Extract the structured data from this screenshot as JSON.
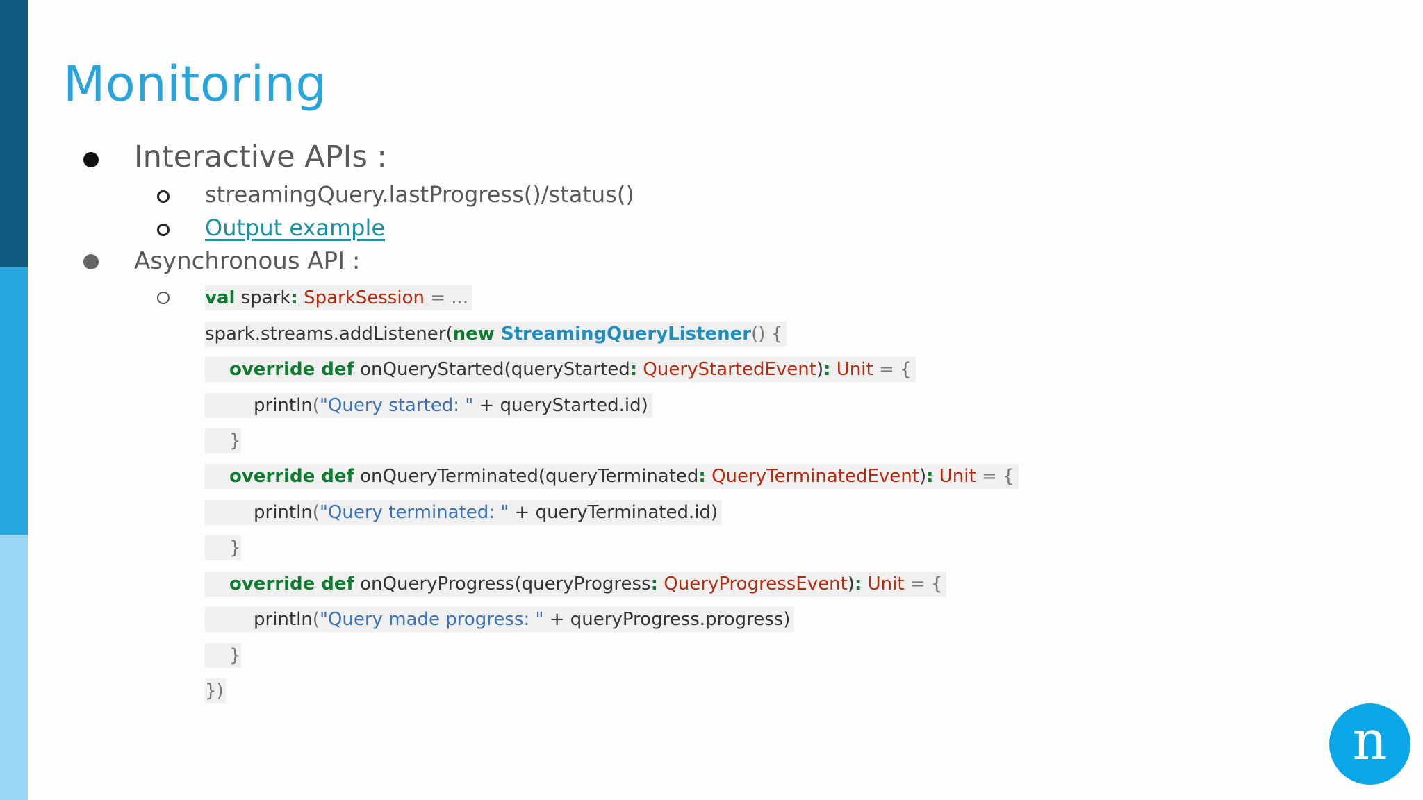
{
  "slide": {
    "title": "Monitoring",
    "colors": {
      "accent": "#2aa4dc",
      "bar_dark": "#0e5a7c",
      "bar_mid": "#28a6df",
      "bar_light": "#9bd6f5"
    }
  },
  "bullets": {
    "interactive_heading": "Interactive APIs :",
    "interactive_items": [
      "streamingQuery.lastProgress()/status()",
      "Output example"
    ],
    "async_heading": "Asynchronous  API :"
  },
  "code": {
    "l1": {
      "kw": "val",
      "a": " spark",
      "colon": ":",
      "type": " SparkSession",
      "rest": " = ..."
    },
    "l2": {
      "a": "spark.streams.addListener(",
      "kw": "new",
      "cls": " StreamingQueryListener",
      "rest": "() {"
    },
    "l3": {
      "kw": "override def",
      "a": " onQueryStarted",
      "b": "(queryStarted",
      "colon": ":",
      "type": " QueryStartedEvent",
      "c": ")",
      "colon2": ":",
      "type2": " Unit",
      "rest": " = {"
    },
    "l4": {
      "a": "println",
      "b": "(",
      "str": "\"Query started: \"",
      "rest": " + queryStarted.id)"
    },
    "l5": "}",
    "l6": {
      "kw": "override def",
      "a": " onQueryTerminated",
      "b": "(queryTerminated",
      "colon": ":",
      "type": " QueryTerminatedEvent",
      "c": ")",
      "colon2": ":",
      "type2": " Unit",
      "rest": " = {"
    },
    "l7": {
      "a": "println",
      "b": "(",
      "str": "\"Query terminated: \"",
      "rest": " + queryTerminated.id)"
    },
    "l8": "}",
    "l9": {
      "kw": "override def",
      "a": " onQueryProgress",
      "b": "(queryProgress",
      "colon": ":",
      "type": " QueryProgressEvent",
      "c": ")",
      "colon2": ":",
      "type2": " Unit",
      "rest": " = {"
    },
    "l10": {
      "a": "println",
      "b": "(",
      "str": "\"Query made progress: \"",
      "rest": " + queryProgress.progress)"
    },
    "l11": "}",
    "l12": "})"
  },
  "logo": {
    "letter": "n",
    "icon": "n-logo-icon",
    "color": "#09a7e8"
  }
}
